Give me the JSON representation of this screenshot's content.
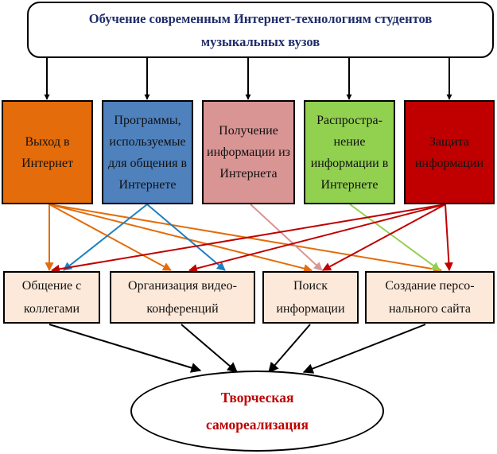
{
  "diagram": {
    "title": "Обучение современным Интернет-технологиям студентов музыкальных вузов",
    "categories": [
      {
        "label": "Выход в Интернет",
        "color": "#e46c0a"
      },
      {
        "label": "Программы, используемые для общения в Интернете",
        "color": "#4f81bd"
      },
      {
        "label": "Получение информации из Интернета",
        "color": "#d99594"
      },
      {
        "label": "Распростра-нение информации в Интернете",
        "color": "#92d050"
      },
      {
        "label": "Защита информации",
        "color": "#c00000"
      }
    ],
    "activities": [
      {
        "label": "Общение с коллегами"
      },
      {
        "label": "Организация видео-конференций"
      },
      {
        "label": "Поиск информации"
      },
      {
        "label": "Создание персо-нального сайта"
      }
    ],
    "result": {
      "label": "Творческая самореализация",
      "color": "#c00000"
    },
    "links": [
      {
        "from": 0,
        "to": [
          0,
          1,
          2,
          3
        ]
      },
      {
        "from": 1,
        "to": [
          0,
          1
        ]
      },
      {
        "from": 2,
        "to": [
          2
        ]
      },
      {
        "from": 3,
        "to": [
          3
        ]
      },
      {
        "from": 4,
        "to": [
          0,
          1,
          2,
          3
        ]
      }
    ]
  }
}
